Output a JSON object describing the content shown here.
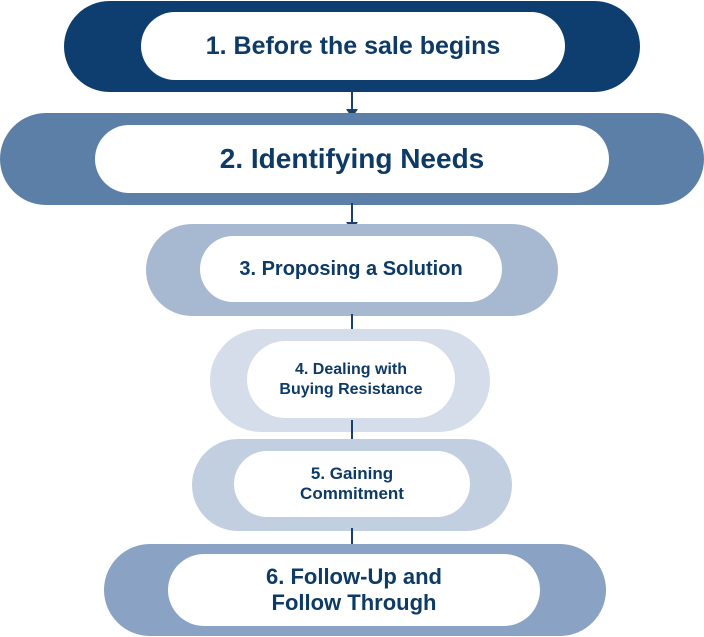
{
  "diagram": {
    "steps": [
      {
        "lines": [
          "1. Before the sale begins"
        ],
        "color": "#0d3e6f"
      },
      {
        "lines": [
          "2. Identifying Needs"
        ],
        "color": "#5c7fa8"
      },
      {
        "lines": [
          "3. Proposing a Solution"
        ],
        "color": "#a7b8d1"
      },
      {
        "lines": [
          "4. Dealing with",
          "Buying Resistance"
        ],
        "color": "#d5ddea"
      },
      {
        "lines": [
          "5. Gaining",
          "Commitment"
        ],
        "color": "#c2cfe1"
      },
      {
        "lines": [
          "6. Follow-Up and",
          "Follow Through"
        ],
        "color": "#8aa2c3"
      }
    ],
    "text_color": "#0e3a66",
    "arrow_color": "#1b3f6b"
  }
}
